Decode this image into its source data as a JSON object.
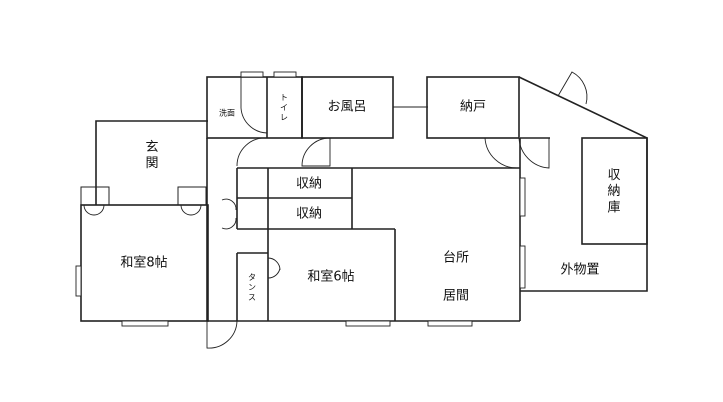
{
  "floor_plan": {
    "rooms": {
      "genkan": "玄\n関",
      "washroom": "洗面",
      "toilet": "ト\nイ\nレ",
      "bath": "お風呂",
      "storeroom": "納戸",
      "storage_shed": "収\n納\n庫",
      "closet_upper": "収納",
      "closet_lower": "収納",
      "washitsu_8": "和室8帖",
      "washitsu_6": "和室6帖",
      "tansu": "タ\nン\nス",
      "kitchen": "台所",
      "living": "居間",
      "outdoor_storage": "外物置"
    }
  }
}
